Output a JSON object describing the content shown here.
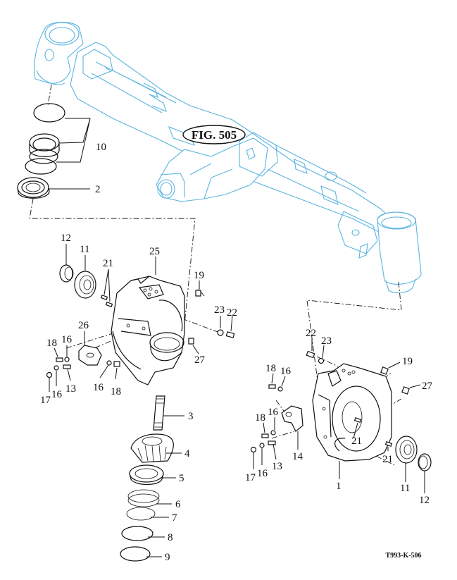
{
  "figure_ref": {
    "label": "FIG. 505"
  },
  "drawing_code": "T993-K-506",
  "colors": {
    "axle_outline": "#5ab4e0",
    "parts_outline": "#111111",
    "background": "#ffffff"
  },
  "callouts": {
    "left_top": {
      "c10": "10",
      "c2": "2"
    },
    "left_housing": {
      "c12": "12",
      "c11": "11",
      "c21": "21",
      "c25": "25",
      "c19": "19",
      "c23": "23",
      "c22": "22",
      "c26": "26",
      "c27": "27",
      "c18a": "18",
      "c16a": "16",
      "c16b": "16",
      "c18b": "18",
      "c17": "17",
      "c16c": "16",
      "c13": "13"
    },
    "left_stack": {
      "c3": "3",
      "c4": "4",
      "c5": "5",
      "c6": "6",
      "c7": "7",
      "c8": "8",
      "c9": "9"
    },
    "right_housing": {
      "c22": "22",
      "c23": "23",
      "c19": "19",
      "c27": "27",
      "c18a": "18",
      "c16a": "16",
      "c18b": "18",
      "c16b": "16",
      "c21a": "21",
      "c21b": "21",
      "c14": "14",
      "c17": "17",
      "c16c": "16",
      "c13": "13",
      "c1": "1",
      "c11": "11",
      "c12": "12"
    }
  }
}
